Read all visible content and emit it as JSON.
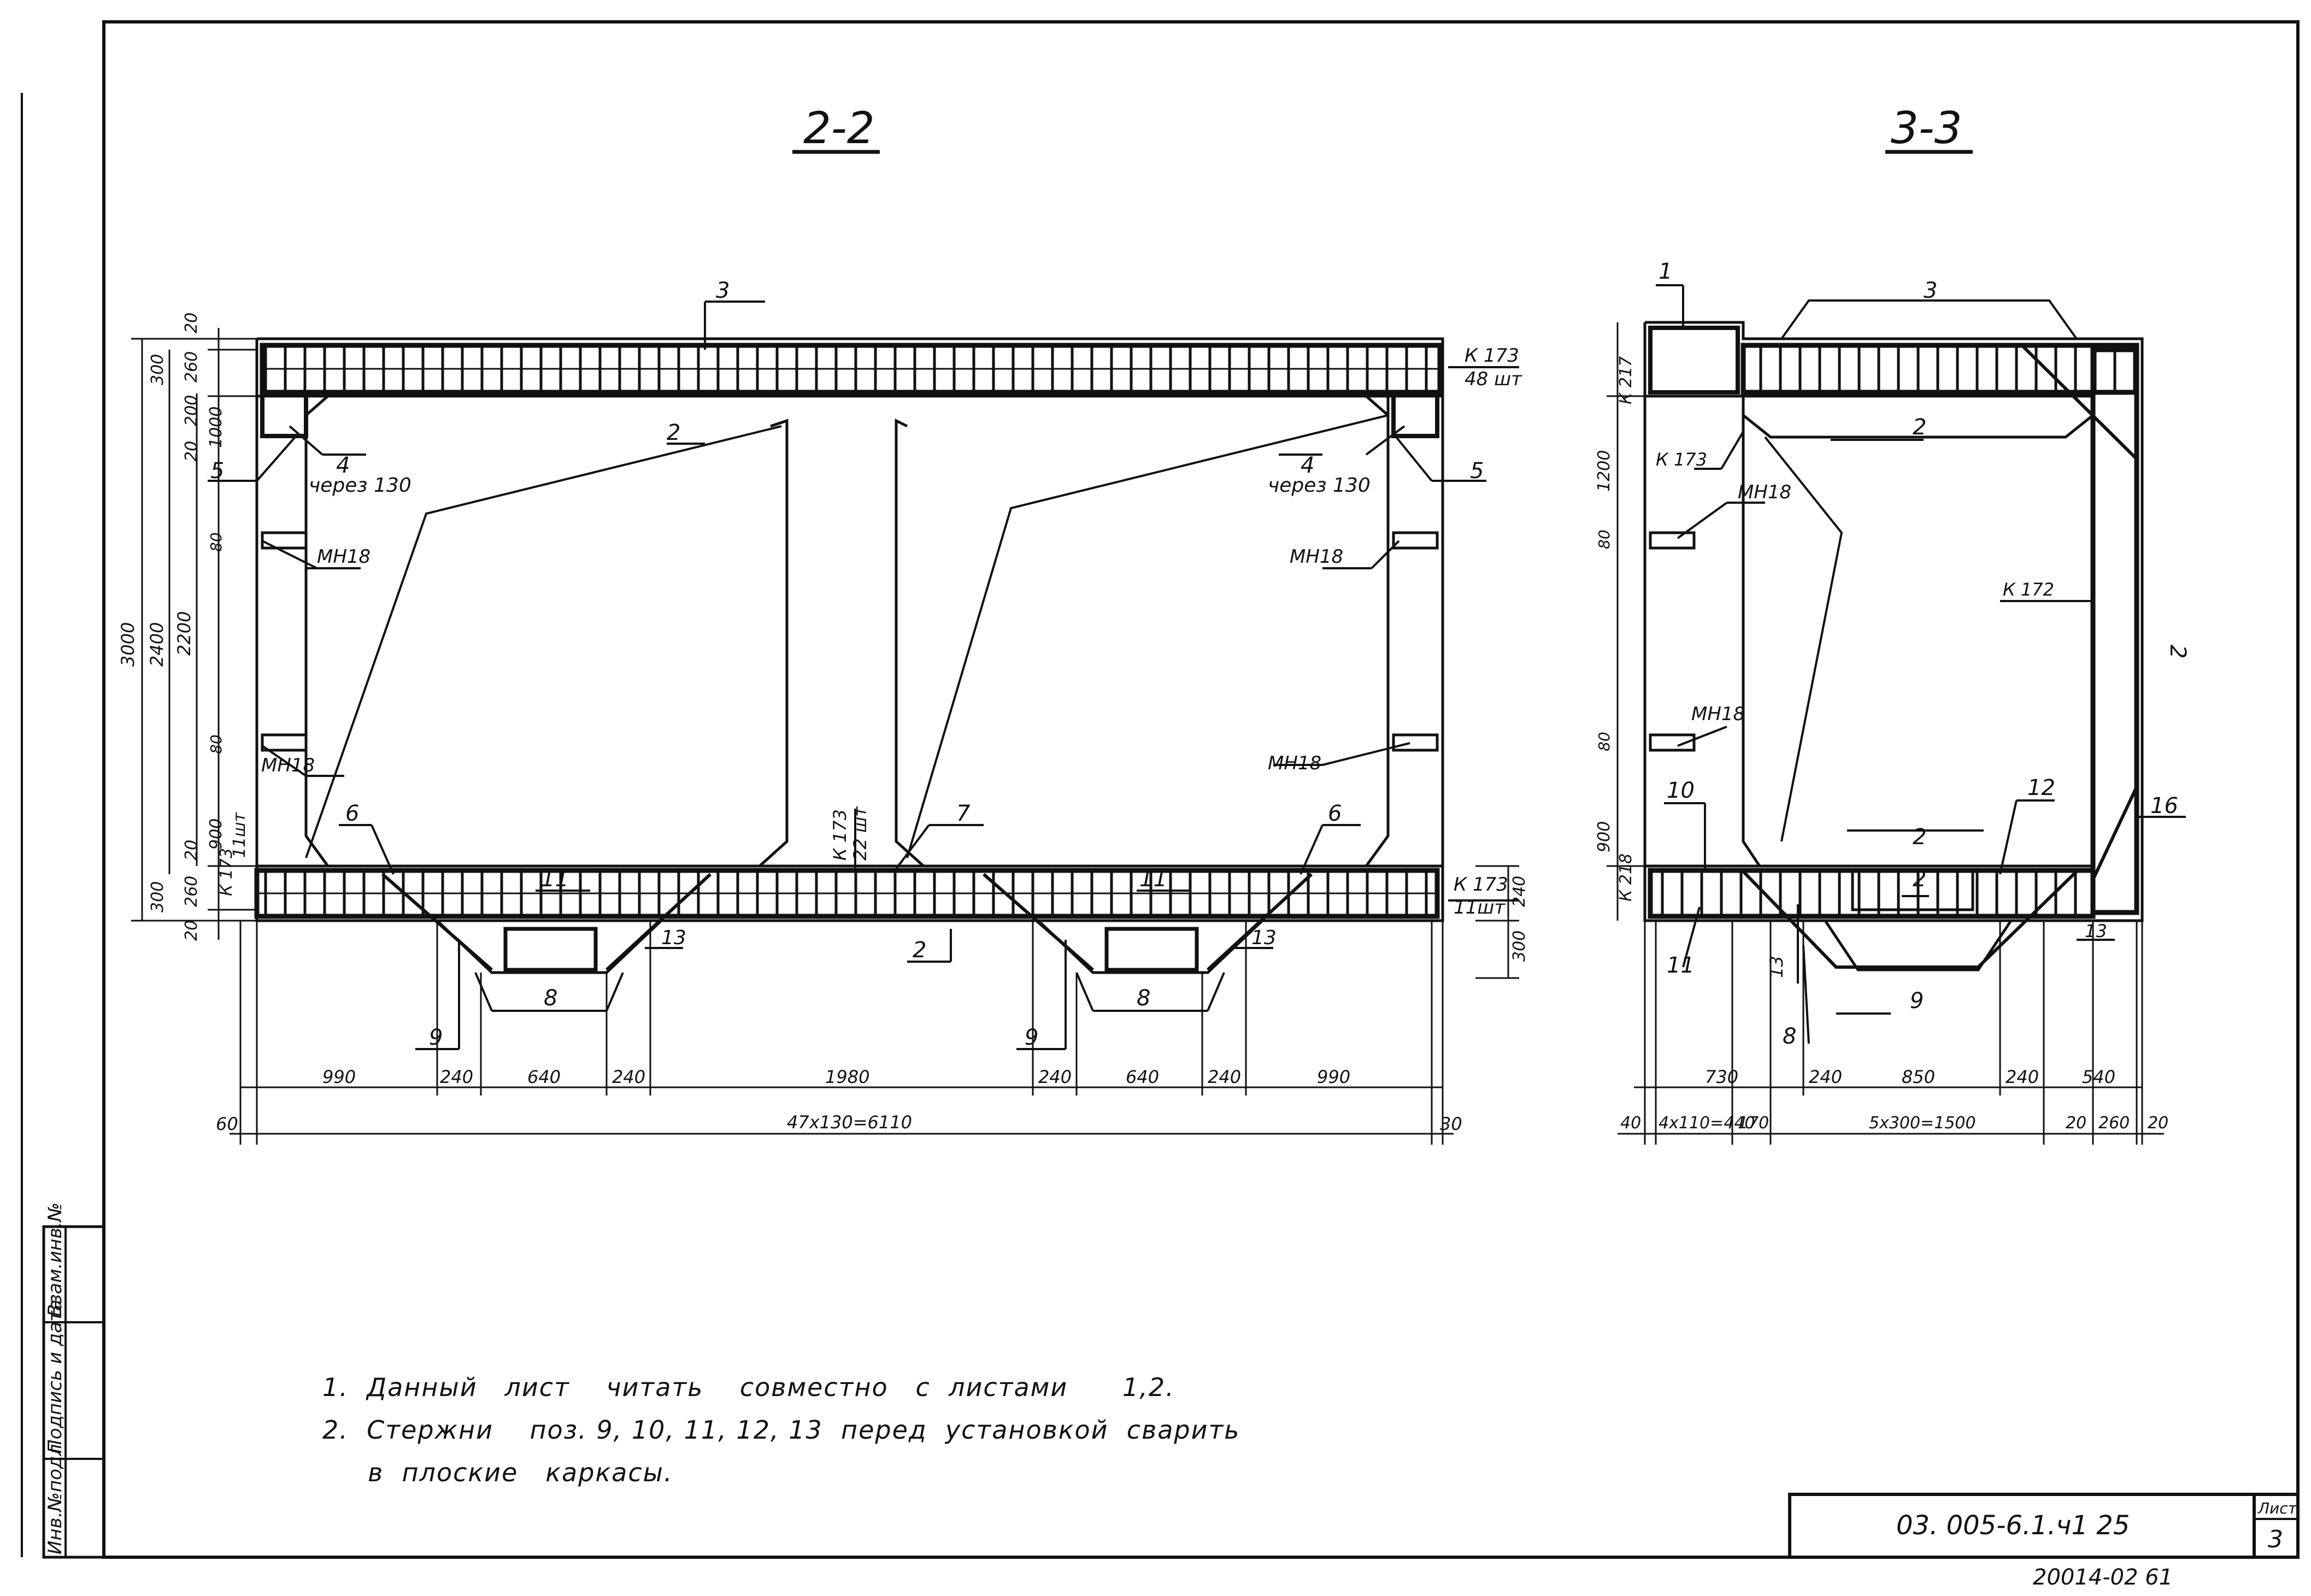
{
  "sections": {
    "s22_title": "2-2",
    "s33_title": "3-3"
  },
  "s22": {
    "pos_3": "3",
    "pos_2a": "2",
    "pos_4l": "4",
    "pos_4r": "4",
    "through_l": "через 130",
    "through_r": "через 130",
    "pos_5l": "5",
    "pos_5r": "5",
    "mh_1": "МН18",
    "mh_2": "МН18",
    "mh_3": "МН18",
    "mh_4": "МН18",
    "pos_6l": "6",
    "pos_6r": "6",
    "pos_7": "7",
    "pos_11l": "11",
    "pos_11r": "11",
    "pos_13l": "13",
    "pos_13r": "13",
    "pos_8l": "8",
    "pos_8r": "8",
    "pos_9l": "9",
    "pos_9r": "9",
    "pos_2b": "2",
    "k173_top": "К 173",
    "k173_top_qty": "48 шт",
    "k173_bot": "К 173",
    "k173_bot_qty": "11шт",
    "k173_mid": "К 173",
    "k173_mid_qty": "22 шт",
    "k173_left": "К 173",
    "k173_left_qty": "11шт",
    "v_3000": "3000",
    "v_2400": "2400",
    "v_2200": "2200",
    "v_20a": "20",
    "v_260a": "260",
    "v_300a": "300",
    "v_200": "200",
    "v_1000": "1000",
    "v_20b": "20",
    "v_80a": "80",
    "v_80b": "80",
    "v_900": "900",
    "v_20c": "20",
    "v_300b": "300",
    "v_260b": "260",
    "v_20d": "20",
    "v_240r": "240",
    "v_300r": "300",
    "h_990a": "990",
    "h_240a": "240",
    "h_640a": "640",
    "h_240b": "240",
    "h_1980": "1980",
    "h_240c": "240",
    "h_640b": "640",
    "h_240d": "240",
    "h_990b": "990",
    "h_60": "60",
    "h_total": "47х130=6110",
    "h_30": "30"
  },
  "s33": {
    "pos_1": "1",
    "pos_3": "3",
    "pos_2a": "2",
    "pos_2b": "2",
    "pos_2c": "2",
    "pos_2d": "2",
    "k217": "К 217",
    "k173": "К 173",
    "k172": "К 172",
    "k218": "К 218",
    "mh_1": "МН18",
    "mh_2": "МН18",
    "pos_10": "10",
    "pos_12": "12",
    "pos_16": "16",
    "pos_11": "11",
    "pos_13a": "13",
    "pos_13b": "13",
    "pos_8": "8",
    "pos_9": "9",
    "v_1200": "1200",
    "v_80a": "80",
    "v_80b": "80",
    "v_900": "900",
    "h_730": "730",
    "h_240a": "240",
    "h_850": "850",
    "h_240b": "240",
    "h_540": "540",
    "h_40": "40",
    "h_440": "4х110=440",
    "h_170": "170",
    "h_1500": "5х300=1500",
    "h_20a": "20",
    "h_260": "260",
    "h_20b": "20"
  },
  "notes": {
    "n1": "1.  Данный   лист    читать    совместно   с  листами      1,2.",
    "n2": "2.  Стержни    поз. 9, 10, 11, 12, 13  перед  установкой  сварить",
    "n3": "     в  плоские   каркасы."
  },
  "stamp": {
    "col1": "Инв.№подл",
    "col2": "Подпись и дата",
    "col3": "Взам.инв.№"
  },
  "title_block": {
    "code": "03. 005-6.1.ч1  25",
    "sheet_label": "Лист",
    "sheet_no": "3",
    "archive": "20014-02  61"
  }
}
